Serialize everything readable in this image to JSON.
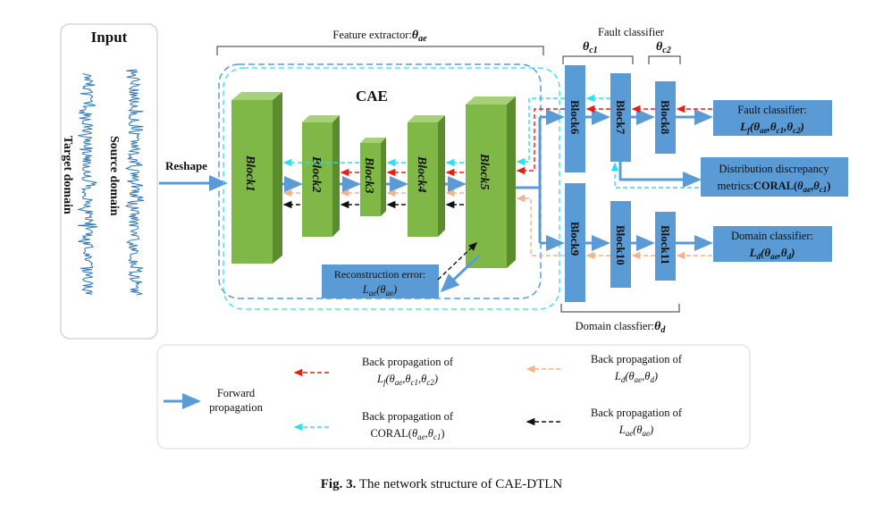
{
  "input": {
    "title": "Input",
    "signals": [
      "Target domain",
      "Source domain"
    ],
    "reshape": "Reshape"
  },
  "feature_extractor": {
    "label": "Feature extractor:",
    "theta": "θ",
    "theta_sub": "ae"
  },
  "cae": {
    "title": "CAE",
    "blocks": [
      "Block1",
      "Block2",
      "Block3",
      "Block4",
      "Block5"
    ]
  },
  "reconstruction": {
    "label": "Reconstruction error:",
    "formula_main": "L",
    "formula_sub": "ae",
    "formula_arg": "(θ",
    "formula_arg_sub": "ae",
    "formula_close": ")"
  },
  "fault_classifier": {
    "top_label": "Fault classifier",
    "theta_c1_main": "θ",
    "theta_c1_sub": "c1",
    "theta_c2_main": "θ",
    "theta_c2_sub": "c2",
    "blocks": [
      "Block6",
      "Block7",
      "Block8"
    ],
    "box_line1": "Fault classifier:",
    "box_line2": "L_f(θ_ae,θ_c1,θ_c2)"
  },
  "distribution": {
    "line1": "Distribution discrepancy",
    "line2": "metrics:CORAL(θ_ae,θ_c1)"
  },
  "domain_classifier": {
    "blocks": [
      "Block9",
      "Block10",
      "Block11"
    ],
    "box_line1": "Domain classifier:",
    "box_line2": "L_d(θ_ae,θ_d)",
    "bottom_label": "Domain classfier:",
    "bottom_theta": "θ",
    "bottom_theta_sub": "d"
  },
  "legend": {
    "forward": [
      "Forward",
      "propagation"
    ],
    "bp_lf": [
      "Back propagation of",
      "L_f(θ_ae,θ_c1,θ_c2)"
    ],
    "bp_ld": [
      "Back propagation of",
      "L_d(θ_ae,θ_d)"
    ],
    "bp_coral": [
      "Back propagation of",
      "CORAL(θ_ae,θ_c1)"
    ],
    "bp_lae": [
      "Back propagation of",
      "L_ae(θ_ae)"
    ]
  },
  "caption": {
    "prefix": "Fig. 3.",
    "text": "The network structure of CAE-DTLN"
  },
  "colors": {
    "block_green": "#7fb847",
    "block_blue": "#5b9bd5",
    "arrow_blue": "#5b9bd5",
    "red": "#e0201b",
    "cyan": "#29e0f5",
    "orange": "#f2b48a",
    "black": "#111111"
  }
}
